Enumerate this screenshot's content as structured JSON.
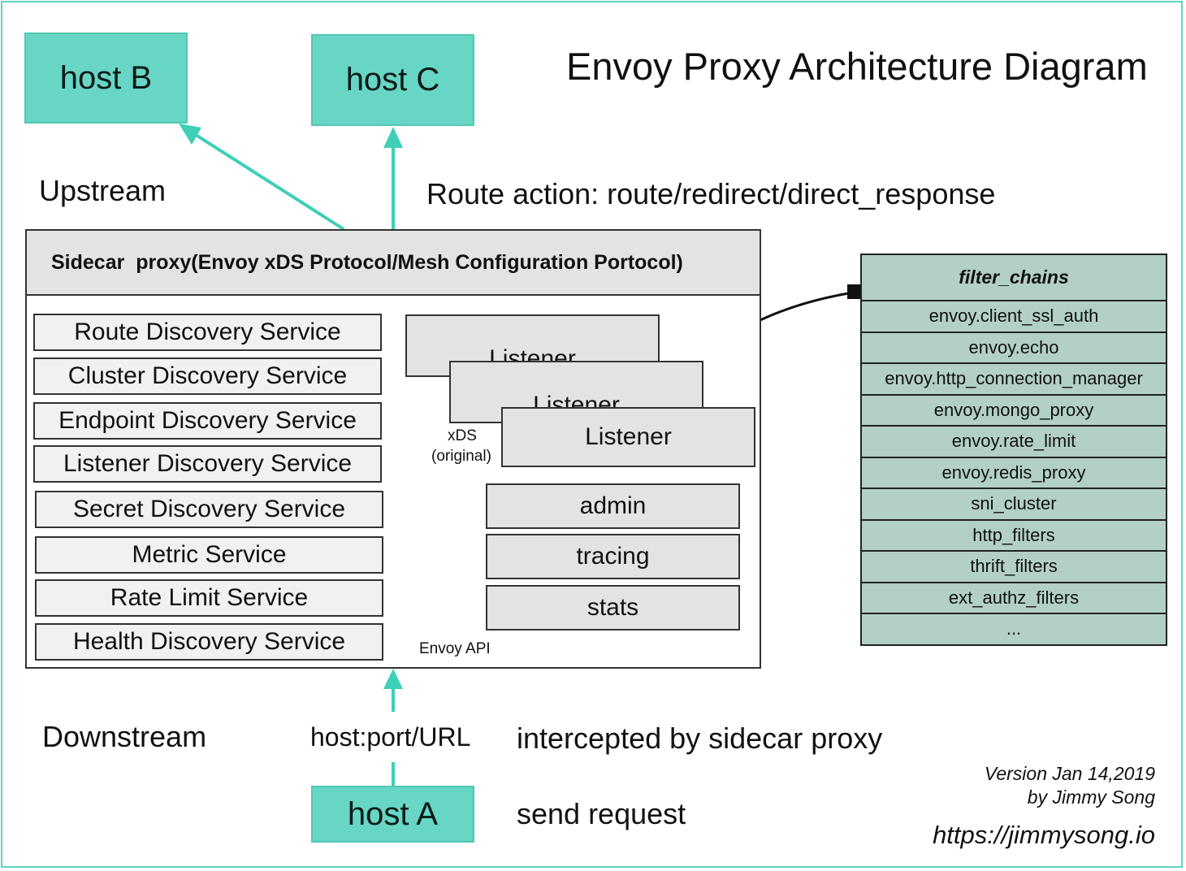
{
  "title": "Envoy Proxy Architecture Diagram",
  "hosts": {
    "host_b": "host B",
    "host_c": "host C",
    "host_a": "host A"
  },
  "labels": {
    "upstream": "Upstream",
    "downstream": "Downstream",
    "route_action": "Route action: route/redirect/direct_response",
    "host_port_url": "host:port/URL",
    "intercepted": "intercepted by sidecar proxy",
    "send_request": "send request",
    "xds": "xDS",
    "xds_original": "(original)",
    "envoy_api": "Envoy API"
  },
  "sidecar": {
    "title": "Sidecar  proxy(Envoy xDS Protocol/Mesh Configuration Portocol)",
    "services": [
      "Route Discovery Service",
      "Cluster Discovery Service",
      "Endpoint Discovery Service",
      "Listener Discovery Service",
      "Secret Discovery Service",
      "Metric Service",
      "Rate Limit Service",
      "Health Discovery Service"
    ],
    "listeners": [
      "Listener",
      "Listener",
      "Listener"
    ],
    "components": [
      "admin",
      "tracing",
      "stats"
    ]
  },
  "filter_chains": {
    "header": "filter_chains",
    "items": [
      "envoy.client_ssl_auth",
      "envoy.echo",
      "envoy.http_connection_manager",
      "envoy.mongo_proxy",
      "envoy.rate_limit",
      "envoy.redis_proxy",
      "sni_cluster",
      "http_filters",
      "thrift_filters",
      "ext_authz_filters",
      "..."
    ]
  },
  "credits": {
    "version": "Version Jan 14,2019",
    "author": "by Jimmy Song",
    "url": "https://jimmysong.io"
  },
  "colors": {
    "teal": "#67d6c5",
    "arrow_teal": "#3ecfb7",
    "filter_bg": "#b2cfc8",
    "box_gray": "#e3e3e3"
  }
}
